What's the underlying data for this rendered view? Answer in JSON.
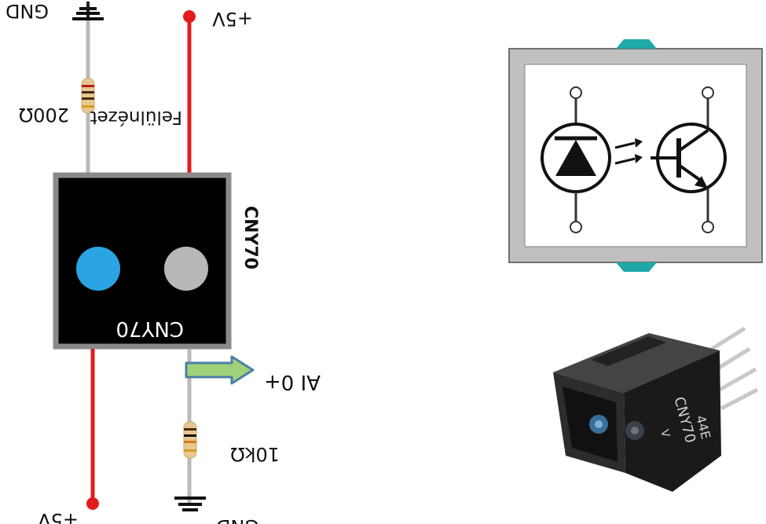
{
  "labels": {
    "gnd_top": "GND",
    "vcc_top": "+5V",
    "r_top_value": "200Ω",
    "r_top_caption": "Felülnézet",
    "chip_side_label": "CNY70",
    "chip_face_label": "CNY70",
    "output_label": "AI 0+",
    "r_bottom_value": "10kΩ",
    "vcc_bottom": "+5V",
    "gnd_bottom": "GND",
    "photo_marking_1": "CNY70",
    "photo_marking_2": "V",
    "photo_marking_3": "44E"
  },
  "colors": {
    "supply_wire": "#e41b1b",
    "ground_wire": "#b9b9b9",
    "chip_body": "#000000",
    "chip_border": "#8a8a8a",
    "emitter": "#2ba4e4",
    "detector": "#b8b8b8",
    "arrow_fill": "#9fd27a",
    "arrow_stroke": "#4d7fa6",
    "schematic_frame": "#c0c0c0",
    "schematic_tab": "#1fa8a8"
  },
  "icons": {
    "symbol_left": "led-diode-symbol",
    "symbol_right": "phototransistor-symbol"
  }
}
